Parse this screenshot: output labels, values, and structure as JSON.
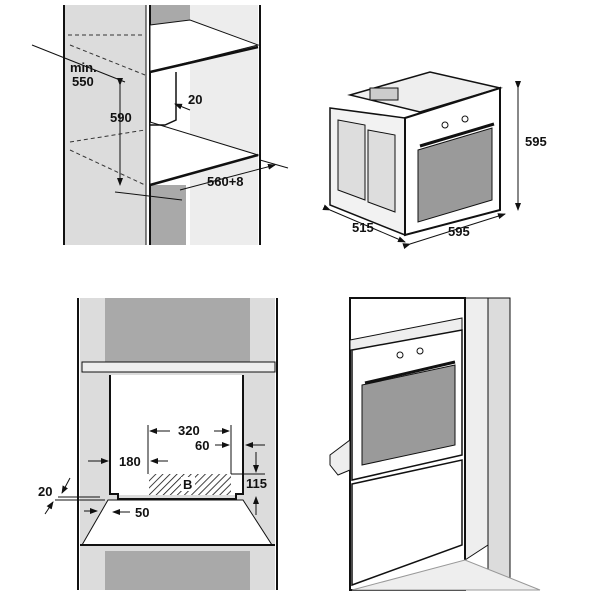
{
  "panels": {
    "niche_side_view": {
      "dims": {
        "depth": "min.",
        "depth_value": "550",
        "height": "590",
        "gap": "20",
        "width": "560+8"
      }
    },
    "oven_iso": {
      "dims": {
        "depth": "515",
        "width": "595",
        "height": "595"
      }
    },
    "niche_front_view": {
      "dims": {
        "vent_width": "320",
        "vent_right": "60",
        "vent_left": "180",
        "vent_height": "115",
        "zone": "B",
        "offset": "20",
        "lip": "50"
      }
    },
    "installed_view": {}
  },
  "colors": {
    "wall": "#dcdcdc",
    "dark": "#a9a9a9",
    "oven": "#9a9a9a",
    "line": "#111111"
  }
}
